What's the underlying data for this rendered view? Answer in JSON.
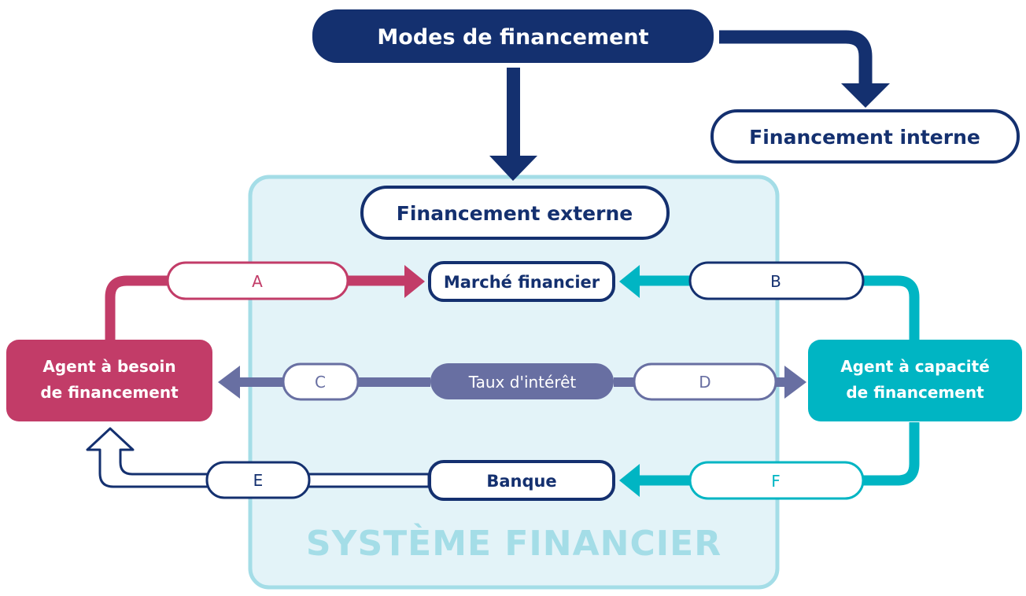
{
  "diagram": {
    "modes_title": "Modes de financement",
    "internal": "Financement interne",
    "external": "Financement externe",
    "market": "Marché financier",
    "interest": "Taux d'intérêt",
    "bank": "Banque",
    "system": "SYSTÈME FINANCIER",
    "borrower_line1": "Agent à besoin",
    "borrower_line2": "de financement",
    "lender_line1": "Agent à capacité",
    "lender_line2": "de financement",
    "pill_a": "A",
    "pill_b": "B",
    "pill_c": "C",
    "pill_d": "D",
    "pill_e": "E",
    "pill_f": "F"
  },
  "colors": {
    "navy": "#14306f",
    "crimson": "#c23c68",
    "teal": "#00b5c3",
    "slate": "#686fa2",
    "system_fill": "#e3f3f8",
    "system_border": "#a4dde7"
  }
}
